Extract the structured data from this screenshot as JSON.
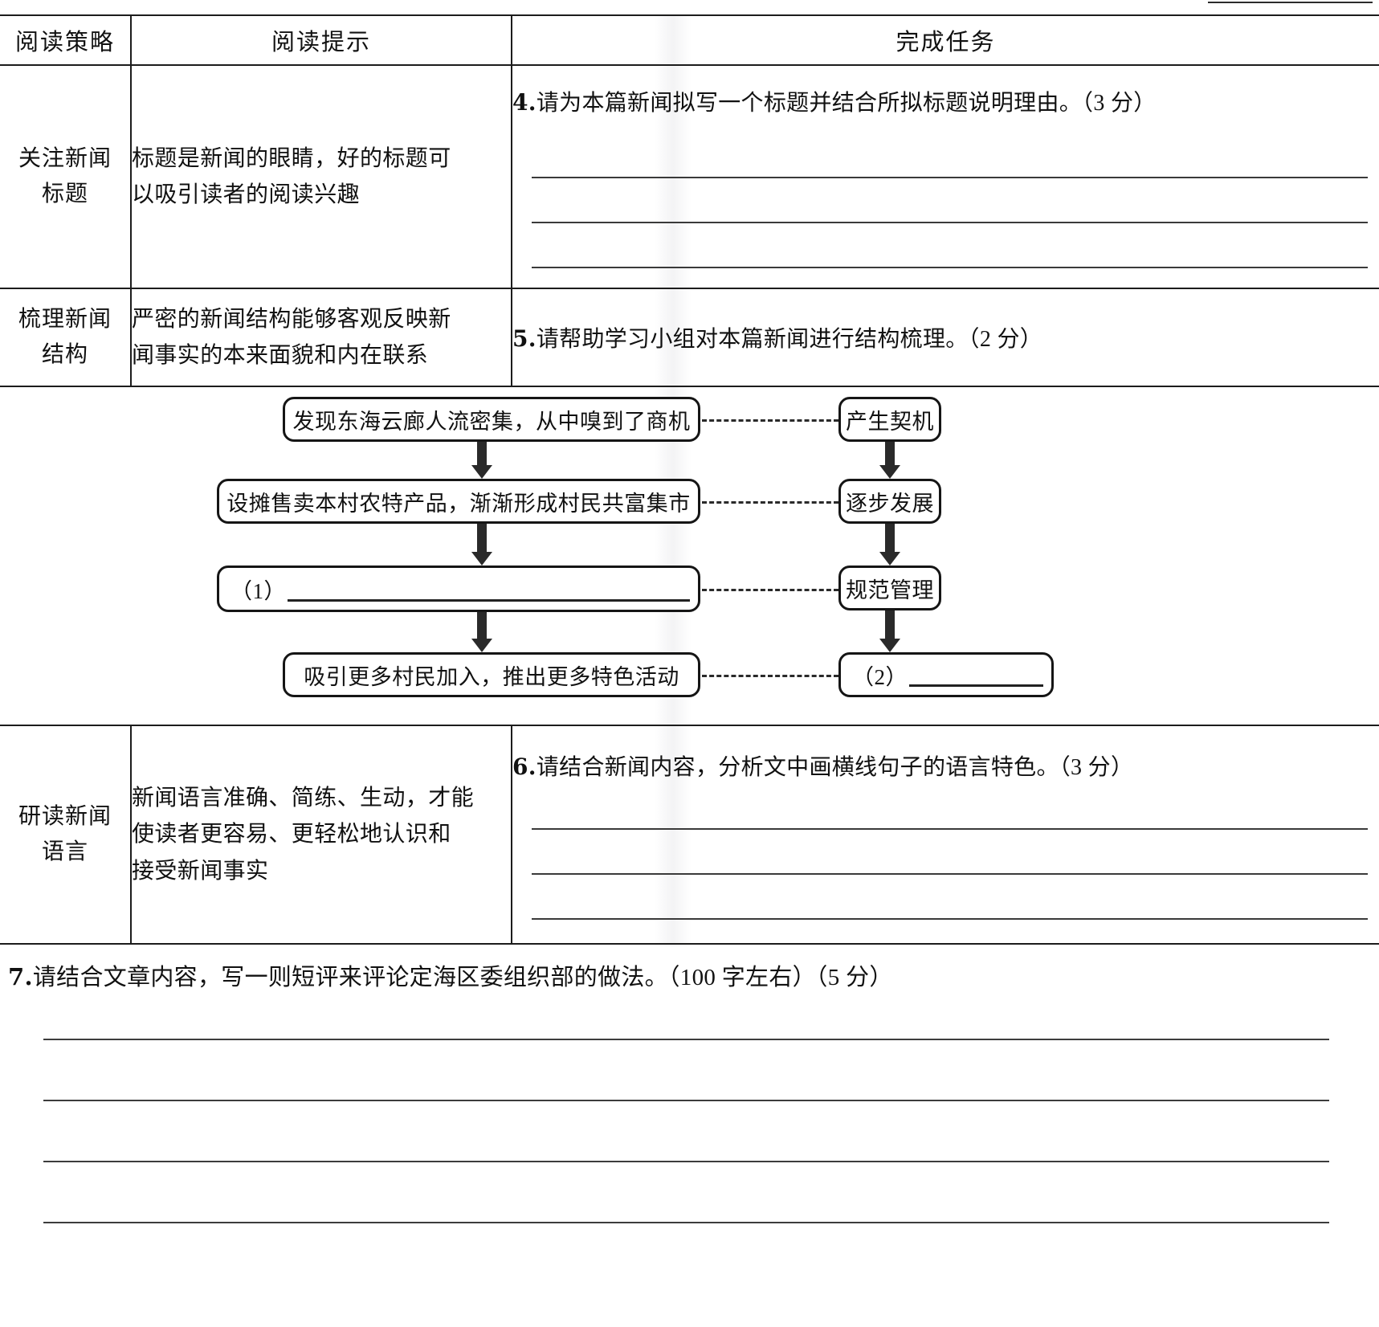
{
  "table": {
    "headers": {
      "strategy": "阅读策略",
      "hint": "阅读提示",
      "task": "完成任务"
    },
    "rows": [
      {
        "strategy": "关注新闻\n标题",
        "strategy_line1": "关注新闻",
        "strategy_line2": "标题",
        "hint_line1": "标题是新闻的眼睛，好的标题可",
        "hint_line2": "以吸引读者的阅读兴趣",
        "question_number": "4.",
        "question_text": "请为本篇新闻拟写一个标题并结合所拟标题说明理由。（3 分）"
      },
      {
        "strategy_line1": "梳理新闻",
        "strategy_line2": "结构",
        "hint_line1": "严密的新闻结构能够客观反映新",
        "hint_line2": "闻事实的本来面貌和内在联系",
        "question_number": "5.",
        "question_text": "请帮助学习小组对本篇新闻进行结构梳理。（2 分）"
      },
      {
        "strategy_line1": "研读新闻",
        "strategy_line2": "语言",
        "hint_line1": "新闻语言准确、简练、生动，才能",
        "hint_line2": "使读者更容易、更轻松地认识和",
        "hint_line3": "接受新闻事实",
        "question_number": "6.",
        "question_text": "请结合新闻内容，分析文中画横线句子的语言特色。（3 分）"
      }
    ]
  },
  "flowchart": {
    "left_boxes": [
      {
        "text": "发现东海云廊人流密集，从中嗅到了商机",
        "blank": false
      },
      {
        "text": "设摊售卖本村农特产品，渐渐形成村民共富集市",
        "blank": false
      },
      {
        "text": "",
        "blank": true,
        "label": "（1）"
      },
      {
        "text": "吸引更多村民加入，推出更多特色活动",
        "blank": false
      }
    ],
    "right_boxes": [
      {
        "text": "产生契机",
        "blank": false
      },
      {
        "text": "逐步发展",
        "blank": false
      },
      {
        "text": "规范管理",
        "blank": false
      },
      {
        "text": "",
        "blank": true,
        "label": "（2）"
      }
    ]
  },
  "question7": {
    "number": "7.",
    "text": "请结合文章内容，写一则短评来评论定海区委组织部的做法。（100 字左右）（5 分）"
  }
}
